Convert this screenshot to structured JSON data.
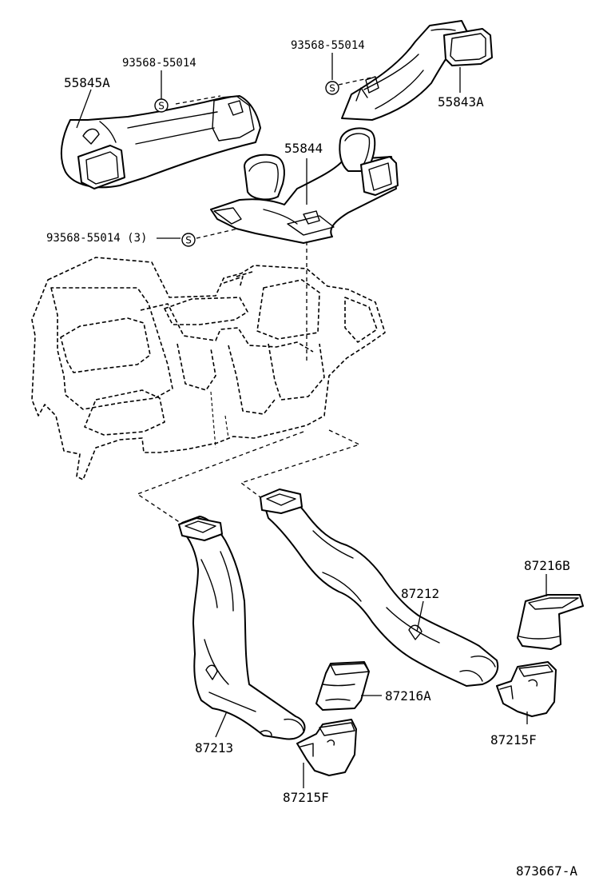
{
  "labels": {
    "screw_a": "93568-55014",
    "duct_55845a": "55845A",
    "screw_b": "93568-55014",
    "duct_55843a": "55843A",
    "duct_55844": "55844",
    "screw_c": "93568-55014 (3)",
    "duct_87216b": "87216B",
    "duct_87212": "87212",
    "duct_87216a": "87216A",
    "duct_87213": "87213",
    "duct_87215f_right": "87215F",
    "duct_87215f_left": "87215F",
    "figure_id": "873667-A"
  },
  "screw_symbol": "S"
}
